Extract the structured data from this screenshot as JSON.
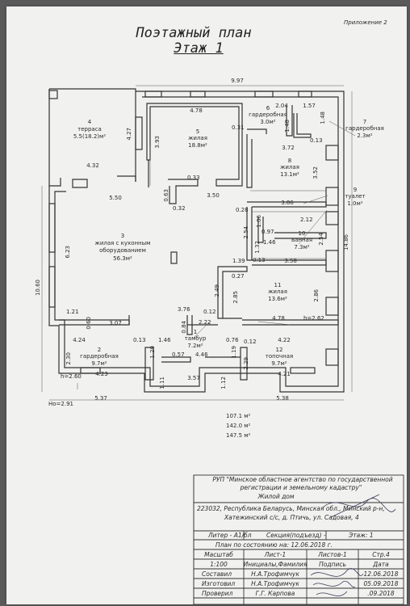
{
  "header": {
    "appendix": "Приложение 2",
    "title": "Поэтажный план",
    "floor": "Этаж 1"
  },
  "overall": {
    "width_top": "9.97",
    "height_left": "10.60",
    "height_right": "14.86",
    "ho": "Но=2.91",
    "bottom_left": "5.37",
    "bottom_right": "5.38"
  },
  "rooms": {
    "r1": {
      "num": "1",
      "name": "тамбур",
      "area": "7.2м²"
    },
    "r2": {
      "num": "2",
      "name": "гардеробная",
      "area": "9.7м²"
    },
    "r3": {
      "num": "3",
      "name": "жилая с кухонным",
      "name2": "оборудованием",
      "area": "56.3м²"
    },
    "r4": {
      "num": "4",
      "name": "терраса",
      "area": "5.5(18.2)м²"
    },
    "r5": {
      "num": "5",
      "name": "жилая",
      "area": "18.8м²"
    },
    "r6": {
      "num": "6",
      "name": "гардеробная",
      "area": "3.0м²"
    },
    "r7": {
      "num": "7",
      "name": "гардеробная",
      "area": "2.3м²"
    },
    "r8": {
      "num": "8",
      "name": "жилая",
      "area": "13.1м²"
    },
    "r9": {
      "num": "9",
      "name": "туалет",
      "area": "1.0м²"
    },
    "r10": {
      "num": "10",
      "name": "ванная",
      "area": "7.3м²"
    },
    "r11": {
      "num": "11",
      "name": "жилая",
      "area": "13.6м²"
    },
    "r12": {
      "num": "12",
      "name": "топочная",
      "area": "9.7м²"
    }
  },
  "dims": {
    "d478": "4.78",
    "d204": "2.04",
    "d157": "1.57",
    "d148a": "1.48",
    "d148b": "1.48",
    "d393": "3.93",
    "d427": "4.27",
    "d031": "0.31",
    "d372": "3.72",
    "d013a": "0.13",
    "d352": "3.52",
    "d432": "4.32",
    "d033": "0.33",
    "d550": "5.50",
    "d063": "0.63",
    "d350": "3.50",
    "d032": "0.32",
    "d386": "3.86",
    "d028": "0.28",
    "d212": "2.12",
    "d106": "1.06",
    "d254a": "2.54",
    "d097": "0.97",
    "d146": "1.46",
    "d132": "1.32",
    "d254b": "2.54",
    "d623": "6.23",
    "d139": "1.39",
    "d013b": "0.13",
    "d358": "3.58",
    "d027": "0.27",
    "d249": "2.49",
    "d285": "2.85",
    "d286": "2.86",
    "d478b": "4.78",
    "h262": "h=2.62",
    "d121": "1.21",
    "d060": "0.60",
    "d307": "3.07",
    "d376": "3.76",
    "d012a": "0.12",
    "d084": "0.84",
    "d222": "2.22",
    "d424": "4.24",
    "d013c": "0.13",
    "d146b": "1.46",
    "d076": "0.76",
    "d012b": "0.12",
    "d422": "4.22",
    "d230": "2.30",
    "d120": "1.20",
    "d057": "0.57",
    "d446": "4.46",
    "d119": "1.19",
    "d229": "2.29",
    "h260": "h=2.60",
    "d423": "4.23",
    "d111": "1.11",
    "d357": "3.57",
    "d112": "1.12",
    "d421": "4.21"
  },
  "totals": {
    "t1": "107.1 м²",
    "t2": "142.0 м²",
    "t3": "147.5 м²"
  },
  "titleblock": {
    "org1": "РУП \"Минское областное агентство по государственной",
    "org2": "регистрации и земельному кадастру\"",
    "object": "Жилой дом",
    "address1": "223032, Республика Беларусь, Минская обл., Минский р-н,",
    "address2": "Хатежинский с/с, д. Птичь, ул. Садовая, 4",
    "litera": "Литер - А1/бл",
    "section": "Секция(подъезд) -",
    "floor": "Этаж: 1",
    "state": "План по состоянию на: 12.06.2018 г.",
    "col_scale": "Масштаб",
    "col_sheet": "Лист-1",
    "col_sheets": "Листов-1",
    "col_page": "Стр.4",
    "scale": "1:100",
    "col_fio": "Инициалы,Фамилия",
    "col_sign": "Подпись",
    "col_date": "Дата",
    "row1_role": "Составил",
    "row1_name": "Н.А.Трофимчук",
    "row1_date": "12.06.2018",
    "row2_role": "Изготовил",
    "row2_name": "Н.А.Трофимчук",
    "row2_date": "05.09.2018",
    "row3_role": "Проверил",
    "row3_name": "Г.Г. Карпова",
    "row3_date": ".09.2018"
  }
}
